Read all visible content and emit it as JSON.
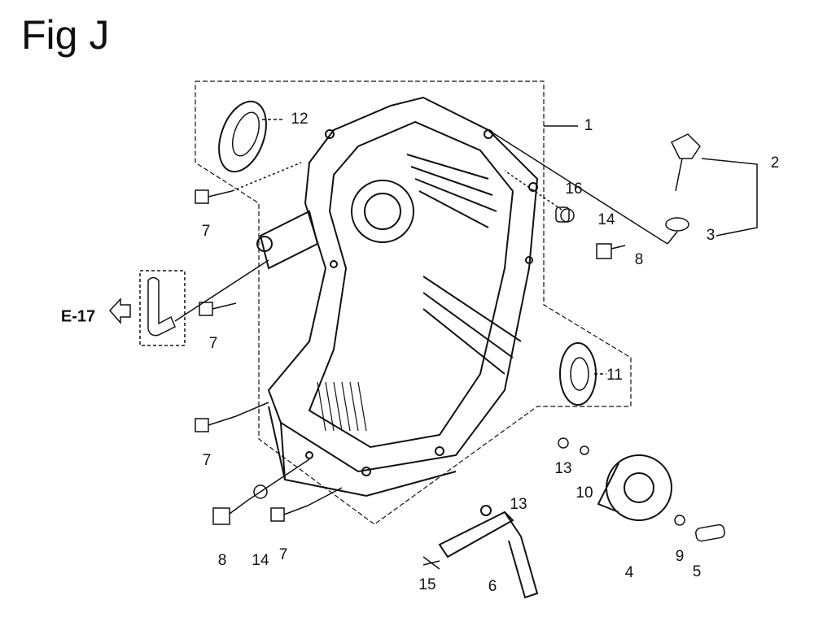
{
  "title": "Fig J",
  "reference": "E-17",
  "callouts": {
    "c1": "1",
    "c2": "2",
    "c3": "3",
    "c4": "4",
    "c5": "5",
    "c6": "6",
    "c7a": "7",
    "c7b": "7",
    "c7c": "7",
    "c7d": "7",
    "c8a": "8",
    "c8b": "8",
    "c9": "9",
    "c10": "10",
    "c11": "11",
    "c12": "12",
    "c13a": "13",
    "c13b": "13",
    "c14a": "14",
    "c14b": "14",
    "c15": "15",
    "c16": "16"
  }
}
